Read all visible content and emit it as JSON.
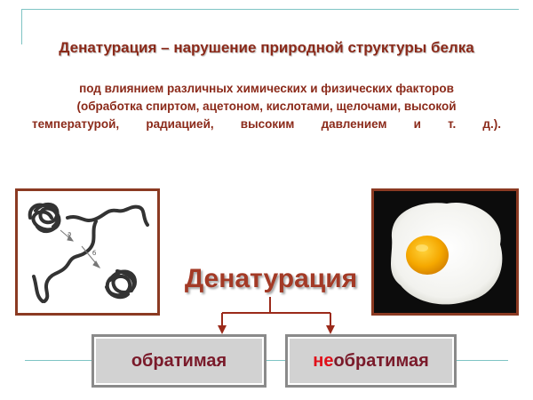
{
  "title": "Денатурация – нарушение природной структуры белка",
  "subtitle_lines": [
    "под влиянием различных химических и физических факторов",
    "(обработка спиртом, ацетоном, кислотами, щелочами, высокой",
    "температурой, радиацией, высоким давлением и т. д.)."
  ],
  "center_label": "Денатурация",
  "boxes": {
    "left": "обратимая",
    "right_prefix": "не",
    "right_rest": "обратимая"
  },
  "diagram_labels": {
    "a": "а",
    "b": "б"
  },
  "colors": {
    "title": "#8b2a1a",
    "accent_line": "#7fc4c4",
    "frame": "#8b3a22",
    "box_text": "#7a1a2a",
    "prefix": "#e0101a"
  }
}
